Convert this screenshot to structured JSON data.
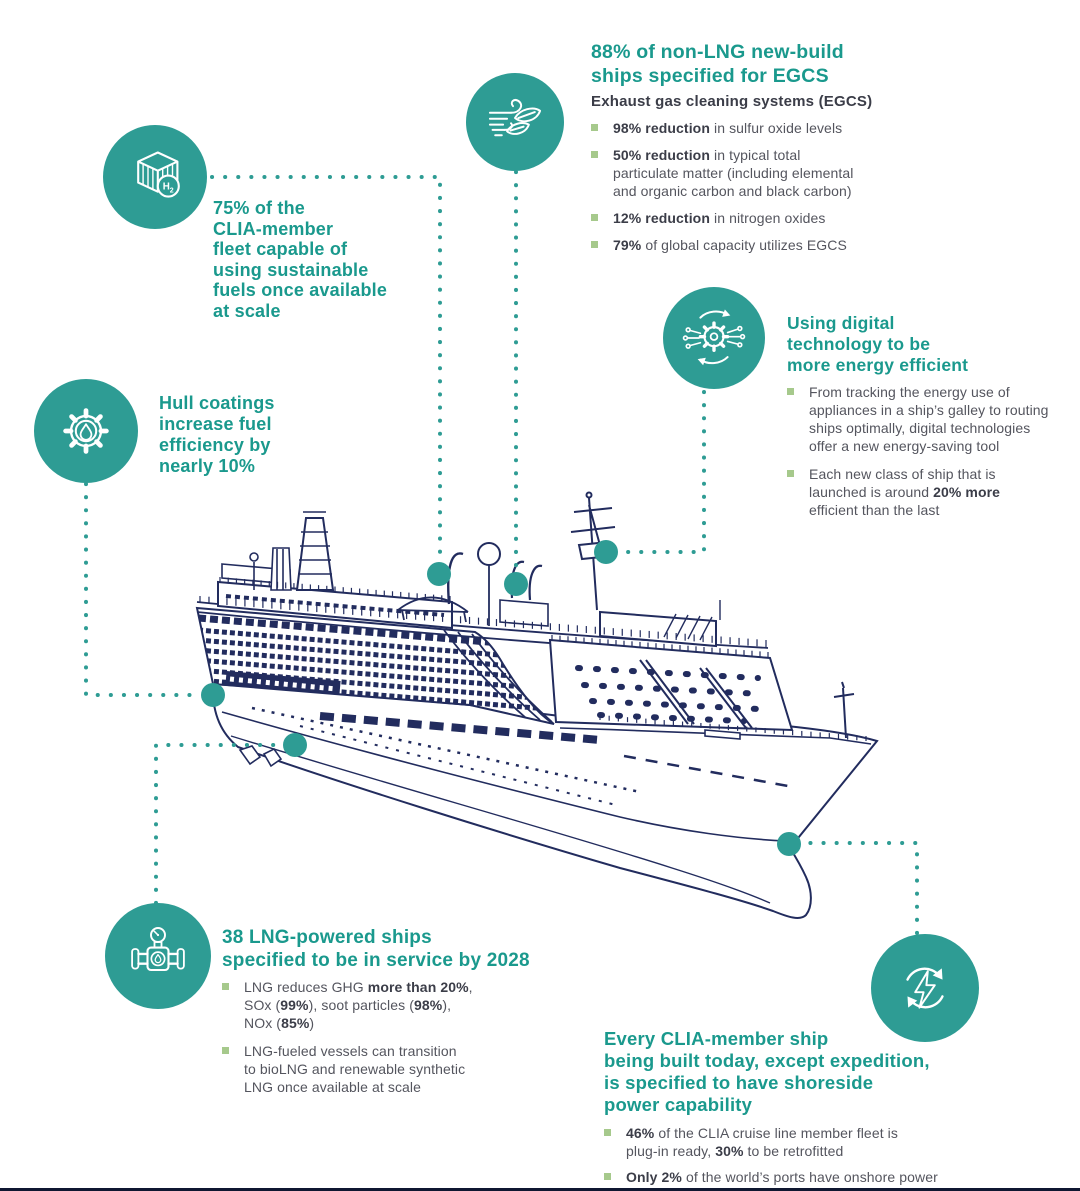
{
  "palette": {
    "teal": "#2E9C94",
    "title_teal": "#1A998D",
    "navy_line": "#222C5E",
    "body_text": "#54555E",
    "dark_text": "#3B3D48",
    "bullet_green": "#A6C98C",
    "footer_rule": "#0F1731"
  },
  "illustration": {
    "name": "cruise-ship-line-drawing"
  },
  "callouts": {
    "fuels": {
      "icon": "hydrogen-container-icon",
      "title": "75% of the\nCLIA-member\nfleet capable of\nusing sustainable\nfuels once available\nat scale"
    },
    "egcs": {
      "icon": "wind-leaves-icon",
      "title": "88% of non-LNG new-build\nships specified for EGCS",
      "subtitle": "Exhaust gas cleaning systems (EGCS)",
      "bullets": [
        {
          "segments": [
            {
              "t": "98% reduction",
              "b": true
            },
            {
              "t": " in sulfur oxide levels",
              "b": false
            }
          ]
        },
        {
          "segments": [
            {
              "t": "50% reduction",
              "b": true
            },
            {
              "t": " in typical total\nparticulate matter (including elemental\nand organic carbon and black carbon)",
              "b": false
            }
          ]
        },
        {
          "segments": [
            {
              "t": "12% reduction",
              "b": true
            },
            {
              "t": " in nitrogen oxides",
              "b": false
            }
          ]
        },
        {
          "segments": [
            {
              "t": "79%",
              "b": true
            },
            {
              "t": " of global capacity utilizes EGCS",
              "b": false
            }
          ]
        }
      ]
    },
    "hull": {
      "icon": "gear-droplet-icon",
      "title": "Hull coatings\nincrease fuel\nefficiency by\nnearly 10%"
    },
    "digital": {
      "icon": "digital-network-gear-icon",
      "title": "Using digital\ntechnology to be\nmore energy efficient",
      "bullets": [
        {
          "segments": [
            {
              "t": "From tracking the energy use of\nappliances in a ship’s galley to routing\nships optimally, digital technologies\noffer a new energy-saving tool",
              "b": false
            }
          ]
        },
        {
          "segments": [
            {
              "t": "Each new class of ship that is\nlaunched is around ",
              "b": false
            },
            {
              "t": "20% more",
              "b": true
            },
            {
              "t": "\nefficient than the last",
              "b": false
            }
          ]
        }
      ]
    },
    "lng": {
      "icon": "lng-pipeline-gauge-icon",
      "title": "38 LNG-powered ships\nspecified to be in service by 2028",
      "bullets": [
        {
          "segments": [
            {
              "t": "LNG reduces GHG ",
              "b": false
            },
            {
              "t": "more than 20%",
              "b": true
            },
            {
              "t": ",\nSOx (",
              "b": false
            },
            {
              "t": "99%",
              "b": true
            },
            {
              "t": "), soot particles (",
              "b": false
            },
            {
              "t": "98%",
              "b": true
            },
            {
              "t": "),\nNOx (",
              "b": false
            },
            {
              "t": "85%",
              "b": true
            },
            {
              "t": ")",
              "b": false
            }
          ]
        },
        {
          "segments": [
            {
              "t": "LNG-fueled vessels can transition\nto bioLNG and renewable synthetic\nLNG once available at scale",
              "b": false
            }
          ]
        }
      ]
    },
    "shore": {
      "icon": "shore-power-recycle-icon",
      "title": "Every CLIA-member ship\nbeing built today, except expedition,\nis specified to have shoreside\npower capability",
      "bullets": [
        {
          "segments": [
            {
              "t": "46%",
              "b": true
            },
            {
              "t": " of the CLIA cruise line member fleet is\nplug-in ready, ",
              "b": false
            },
            {
              "t": "30%",
              "b": true
            },
            {
              "t": " to be retrofitted",
              "b": false
            }
          ]
        },
        {
          "segments": [
            {
              "t": "Only 2%",
              "b": true
            },
            {
              "t": " of the world’s ports have onshore power",
              "b": false
            }
          ]
        }
      ]
    }
  }
}
